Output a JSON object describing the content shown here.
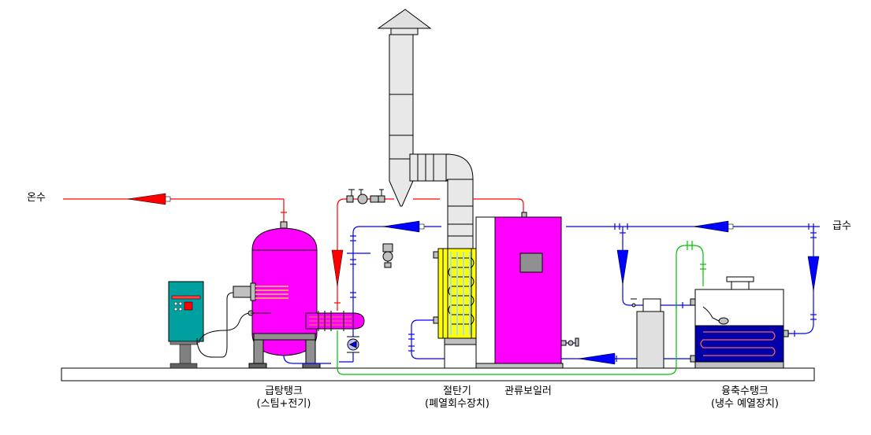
{
  "labels": {
    "hot_water": "온수",
    "supply_water": "급수",
    "hot_tank_line1": "급탕탱크",
    "hot_tank_line2": "(스팀+전기)",
    "economizer_line1": "절탄기",
    "economizer_line2": "(폐열회수장치)",
    "boiler": "관류보일러",
    "melt_tank_line1": "융축수탱크",
    "melt_tank_line2": "(냉수 예열장치)"
  },
  "colors": {
    "hot_line": "#ff0000",
    "cold_line": "#0000ff",
    "drain_line": "#00c000",
    "magenta": "#ff00ff",
    "control_panel": "#00a0a0",
    "economizer": "#ffff00",
    "dark_blue_water": "#0000aa",
    "equipment_gray": "#e0e0e0"
  }
}
